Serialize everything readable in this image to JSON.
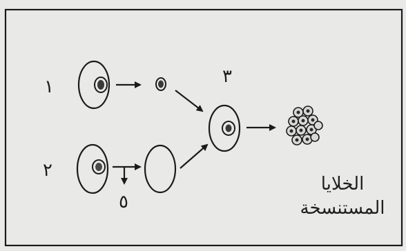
{
  "labels": {
    "step1": "١",
    "step2": "٢",
    "step3": "٣",
    "cell_marker": "٥"
  },
  "caption": {
    "line1": "الخلايا",
    "line2": "المستنسخة"
  },
  "colors": {
    "background": "#e9e9e7",
    "ink": "#1b1b1b"
  }
}
